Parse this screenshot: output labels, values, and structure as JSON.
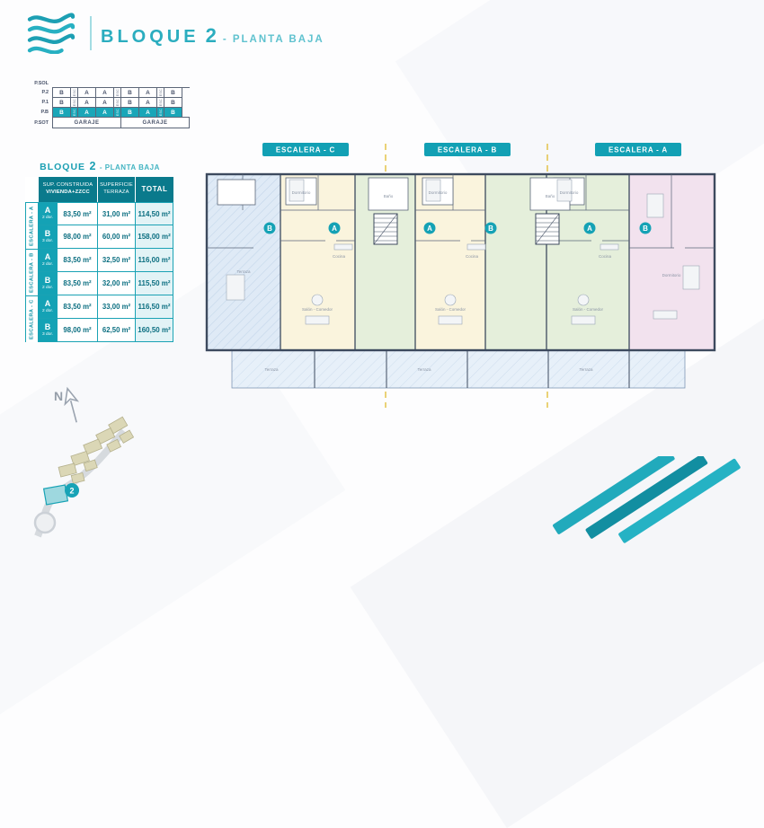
{
  "header": {
    "title_bloque": "BLOQUE",
    "title_num": "2",
    "title_sub": "- PLANTA BAJA"
  },
  "stack": {
    "floors": [
      "P.SOL",
      "P.2",
      "P.1",
      "P.B",
      "P.SOT"
    ],
    "esc": "ESC",
    "p2": [
      "B",
      "A",
      "A",
      "B",
      "A",
      "B"
    ],
    "p1": [
      "B",
      "A",
      "A",
      "B",
      "A",
      "B"
    ],
    "pb": [
      "B",
      "A",
      "A",
      "B",
      "A",
      "B"
    ],
    "garaje": [
      "GARAJE",
      "GARAJE"
    ]
  },
  "table": {
    "title_bloque": "BLOQUE",
    "title_num": "2",
    "title_rest": "- PLANTA BAJA",
    "headers": {
      "sup_line1": "SUP. CONSTRUIDA",
      "sup_line2": "VIVIENDA+ZZCC",
      "terraza_line1": "SUPERFICIE",
      "terraza_line2": "TERRAZA",
      "total": "TOTAL"
    },
    "groups": [
      {
        "escalera": "ESCALERA - A",
        "rows": [
          {
            "unit": "A",
            "dorm": "2 dor.",
            "sup": "83,50 m²",
            "terraza": "31,00 m²",
            "total": "114,50 m²"
          },
          {
            "unit": "B",
            "dorm": "3 dor.",
            "sup": "98,00 m²",
            "terraza": "60,00 m²",
            "total": "158,00 m²"
          }
        ]
      },
      {
        "escalera": "ESCALERA - B",
        "rows": [
          {
            "unit": "A",
            "dorm": "2 dor.",
            "sup": "83,50 m²",
            "terraza": "32,50 m²",
            "total": "116,00 m²"
          },
          {
            "unit": "B",
            "dorm": "2 dor.",
            "sup": "83,50 m²",
            "terraza": "32,00 m²",
            "total": "115,50 m²"
          }
        ]
      },
      {
        "escalera": "ESCALERA - C",
        "rows": [
          {
            "unit": "A",
            "dorm": "2 dor.",
            "sup": "83,50 m²",
            "terraza": "33,00 m²",
            "total": "116,50 m²"
          },
          {
            "unit": "B",
            "dorm": "3 dor.",
            "sup": "98,00 m²",
            "terraza": "62,50 m²",
            "total": "160,50 m²"
          }
        ]
      }
    ]
  },
  "plan": {
    "escalera_labels": [
      "ESCALERA - C",
      "ESCALERA - B",
      "ESCALERA - A"
    ],
    "unit_badges": [
      "B",
      "A",
      "A",
      "B",
      "A",
      "B"
    ],
    "room_labels": {
      "terraza": "Terraza",
      "salon": "Salón - Comedor",
      "dormitorio": "Dormitorio",
      "bano": "Baño",
      "cocina": "Cocina"
    },
    "north": "N",
    "site_badge": "2"
  },
  "colors": {
    "teal": "#17a3b6",
    "teal_dark": "#0a7a8c",
    "wall": "#3d4a5e",
    "terrace_blue": "#dfeaf6",
    "unit_cream": "#faf4dd",
    "unit_green": "#e5efdb",
    "unit_pink": "#f2e2ee",
    "divider_yellow": "#e2bf3e"
  }
}
